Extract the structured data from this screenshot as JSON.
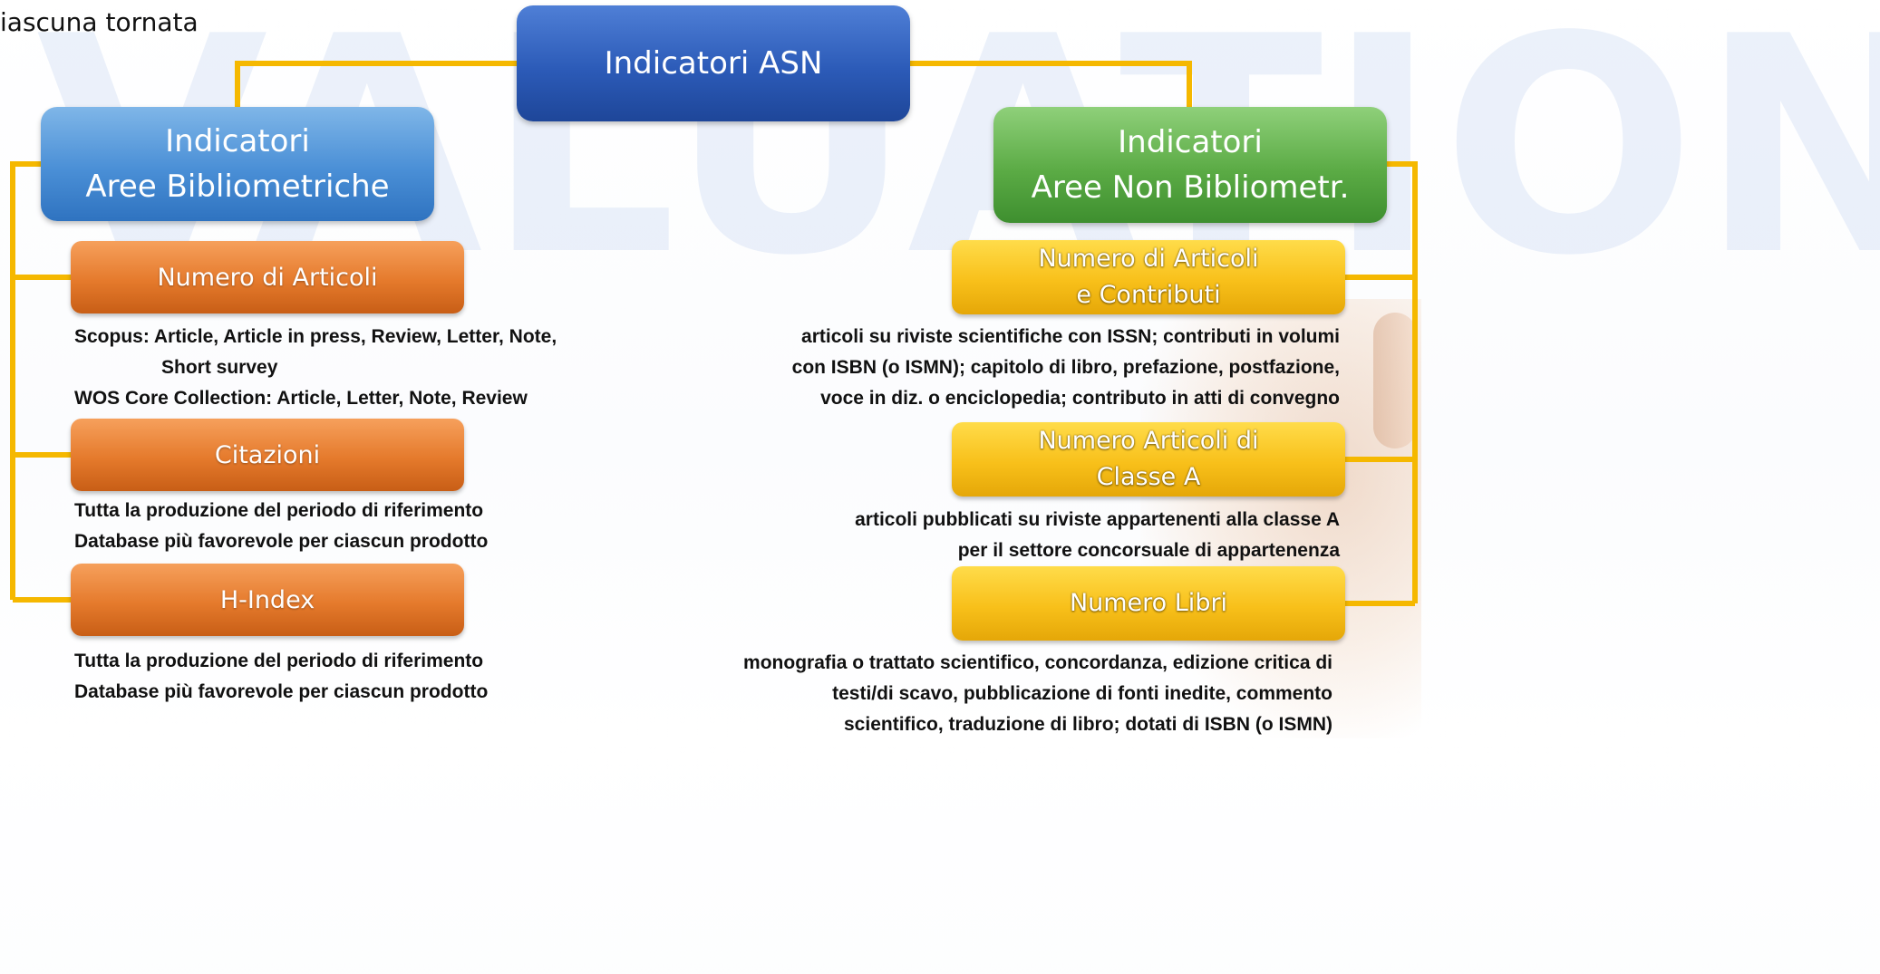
{
  "background_word": "VALUATION",
  "corner_text": "iascuna tornata",
  "root": {
    "label": "Indicatori ASN"
  },
  "left_branch": {
    "line1": "Indicatori",
    "line2": "Aree Bibliometriche",
    "items": [
      {
        "label": "Numero di Articoli",
        "desc": [
          "Scopus: Article, Article in press, Review, Letter, Note,",
          "Short survey",
          "WOS Core Collection: Article, Letter, Note, Review"
        ]
      },
      {
        "label": "Citazioni",
        "desc": [
          "Tutta la produzione del periodo di riferimento",
          "Database più favorevole per ciascun prodotto"
        ]
      },
      {
        "label": "H-Index",
        "desc": [
          "Tutta la produzione del periodo di riferimento",
          "Database più favorevole per ciascun prodotto"
        ]
      }
    ]
  },
  "right_branch": {
    "line1": "Indicatori",
    "line2": "Aree Non Bibliometr.",
    "items": [
      {
        "label_line1": "Numero di Articoli",
        "label_line2": "e Contributi",
        "desc": [
          "articoli su riviste scientifiche con ISSN; contributi in volumi",
          "con ISBN (o ISMN); capitolo di libro, prefazione, postfazione,",
          "voce in diz. o enciclopedia; contributo in atti di convegno"
        ]
      },
      {
        "label_line1": "Numero Articoli di",
        "label_line2": "Classe A",
        "desc": [
          "articoli pubblicati su riviste appartenenti alla classe A",
          "per il settore concorsuale di appartenenza"
        ]
      },
      {
        "label_line1": "Numero Libri",
        "label_line2": "",
        "desc": [
          "monografia o trattato scientifico, concordanza, edizione critica di",
          "testi/di scavo, pubblicazione di fonti inedite, commento",
          "scientifico, traduzione di libro; dotati di ISBN (o ISMN)"
        ]
      }
    ]
  },
  "colors": {
    "connector": "#f5b800",
    "root": "#2c5bb8",
    "left_header": "#4a8fd6",
    "right_header": "#5bab45",
    "left_item": "#e57a2c",
    "right_item": "#f8c01a"
  }
}
